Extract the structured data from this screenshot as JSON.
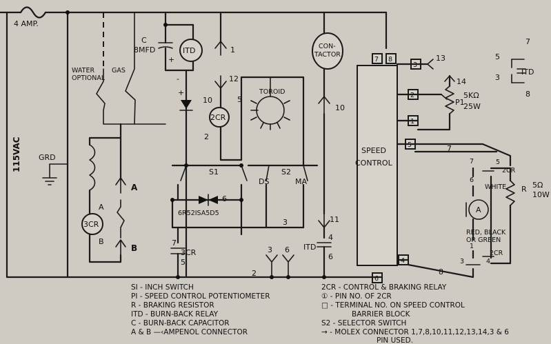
{
  "fuse": {
    "rating": "4 AMP."
  },
  "supply": {
    "voltage": "115VAC",
    "ground": "GRD"
  },
  "components": {
    "water": "WATER",
    "water_sub": "OPTIONAL",
    "gas": "GAS",
    "cap_c": "C",
    "cap_value": "8MFD",
    "itd": "ITD",
    "relay_3cr": "3CR",
    "relay_2cr": "2CR",
    "toroid": "TOROID",
    "contactor_l1": "CON-",
    "contactor_l2": "TACTOR",
    "speed_control_l1": "SPEED",
    "speed_control_l2": "CONTROL",
    "s1": "S1",
    "s2": "S2",
    "ds": "DS",
    "ma": "MA",
    "diode": "6R52ISA5D5",
    "coil_3cr": "3CR",
    "itd_lower": "ITD",
    "pot": "P1",
    "pot_value_l1": "5KΩ",
    "pot_value_l2": "25W",
    "res": "R",
    "res_value_l1": "5Ω",
    "res_value_l2": "10W",
    "white": "WHITE",
    "rbg_l1": "RED, BLACK",
    "rbg_l2": "OR GREEN",
    "relay_2cr_right_top": "2CR",
    "relay_2cr_right_bottom": "2CR",
    "itd_legend": "ITD",
    "conn_a": "A",
    "conn_b": "B",
    "coil_a": "A",
    "coil_b": "B"
  },
  "numbers": {
    "n1": "1",
    "n12": "12",
    "n10": "10",
    "n11": "11",
    "n13": "13",
    "n14": "14",
    "n5": "5",
    "n6": "6",
    "n3": "3",
    "n2": "2",
    "n7": "7",
    "n8": "8",
    "c10": "10",
    "c2": "2",
    "c4": "4",
    "c6": "6",
    "b7": "7",
    "b8": "8",
    "b3": "3",
    "b2": "2",
    "b1": "1",
    "b5": "5",
    "b4": "4",
    "b6": "6",
    "r7": "7",
    "r6": "6",
    "r5": "5",
    "r1": "1",
    "r3": "3",
    "r4": "4",
    "l5": "5",
    "l3": "3",
    "l7": "7",
    "l8": "8",
    "w7": "7",
    "w8": "8",
    "w5": "5",
    "w3": "3",
    "w6": "6",
    "w2": "2",
    "plus1": "+",
    "plus2": "+",
    "minus": "-",
    "cap_minus": "-"
  },
  "legend": {
    "left": [
      "SI - INCH SWITCH",
      "PI - SPEED CONTROL POTENTIOMETER",
      "R - BRAKING RESISTOR",
      "ITD - BURN-BACK RELAY",
      "C - BURN-BACK CAPACITOR",
      "A & B  —‹AMPENOL CONNECTOR"
    ],
    "right": [
      "2CR - CONTROL & BRAKING RELAY",
      "① - PIN NO. OF 2CR",
      "□ - TERMINAL NO. ON SPEED CONTROL",
      "BARRIER BLOCK",
      "S2 - SELECTOR SWITCH",
      "→ - MOLEX CONNECTOR 1,7,8,10,11,12,13,14,3 & 6",
      "PIN USED."
    ]
  }
}
